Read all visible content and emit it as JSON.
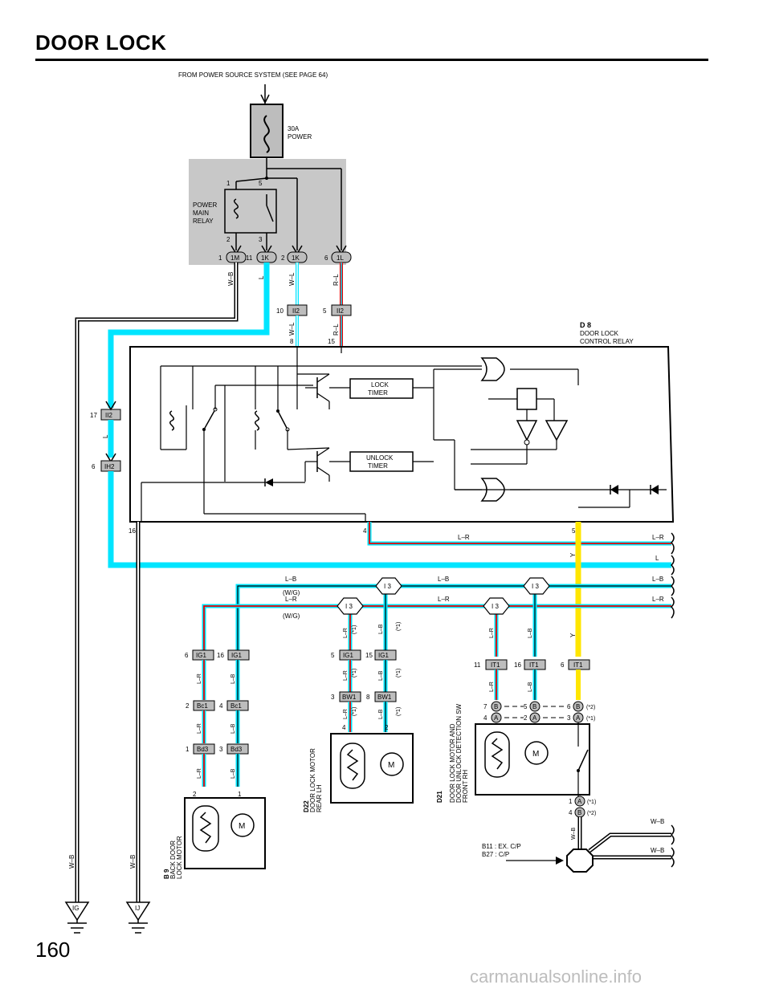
{
  "page": {
    "title": "DOOR LOCK",
    "page_number": "160",
    "watermark": "carmanualsonline.info"
  },
  "power_source": {
    "note": "FROM POWER SOURCE SYSTEM (SEE PAGE 64)",
    "fuse_label_1": "30A",
    "fuse_label_2": "POWER",
    "relay_label_1": "POWER",
    "relay_label_2": "MAIN",
    "relay_label_3": "RELAY",
    "relay_pins": [
      "1",
      "5",
      "2",
      "3"
    ]
  },
  "connectors": {
    "c1M": "1M",
    "c1K_a": "1K",
    "c1K_b": "1K",
    "c1L": "1L",
    "pin_1M": "1",
    "pin_1K_a": "11",
    "pin_1K_b": "2",
    "pin_1L": "6",
    "II2_a": "II2",
    "II2_b": "II2",
    "pin_II2_a": "10",
    "pin_II2_b": "5",
    "II2_left": "II2",
    "pin_II2_left": "17",
    "IH2": "IH2",
    "pin_IH2": "6"
  },
  "wires": {
    "wb": "W–B",
    "l": "L",
    "wl": "W–L",
    "rl": "R–L",
    "lr": "L–R",
    "lb": "L–B",
    "y": "Y",
    "wg": "(W/G)",
    "n8": "8",
    "n15": "15"
  },
  "relay_unit": {
    "code": "D 8",
    "name_1": "DOOR LOCK",
    "name_2": "CONTROL RELAY",
    "lock_timer_1": "LOCK",
    "lock_timer_2": "TIMER",
    "unlock_timer_1": "UNLOCK",
    "unlock_timer_2": "TIMER",
    "pin_16": "16",
    "pin_4": "4",
    "pin_5": "5"
  },
  "junctions": {
    "i3": "I 3",
    "ig1_a": "IG1",
    "ig1_b": "IG1",
    "ig1_c": "IG1",
    "ig1_d": "IG1",
    "pin_ig1_a": "6",
    "pin_ig1_b": "16",
    "pin_ig1_c": "5",
    "pin_ig1_d": "15",
    "it1_a": "IT1",
    "it1_b": "IT1",
    "it1_c": "IT1",
    "pin_it1_a": "11",
    "pin_it1_b": "16",
    "pin_it1_c": "6",
    "bc1_a": "Bc1",
    "bc1_b": "Bc1",
    "pin_bc1_a": "2",
    "pin_bc1_b": "4",
    "bd3_a": "Bd3",
    "bd3_b": "Bd3",
    "pin_bd3_a": "1",
    "pin_bd3_b": "3",
    "bw1_a": "BW1",
    "bw1_b": "BW1",
    "pin_bw1_a": "3",
    "pin_bw1_b": "8",
    "star1": "(*1)",
    "star2": "(*2)"
  },
  "components": {
    "b9_code": "B 9",
    "b9_name_1": "BACK DOOR",
    "b9_name_2": "LOCK MOTOR",
    "d22_code": "D22",
    "d22_name_1": "DOOR LOCK MOTOR",
    "d22_name_2": "REAR LH",
    "d21_code": "D21",
    "d21_line_1": "DOOR LOCK MOTOR AND",
    "d21_line_2": "DOOR UNLOCK DETECTION SW",
    "d21_line_3": "FRONT RH",
    "motor_m": "M",
    "ground_b11": "B11 : EX.  C/P",
    "ground_b27": "B27 : C/P",
    "ground_ig": "IG",
    "ground_ij": "IJ"
  }
}
